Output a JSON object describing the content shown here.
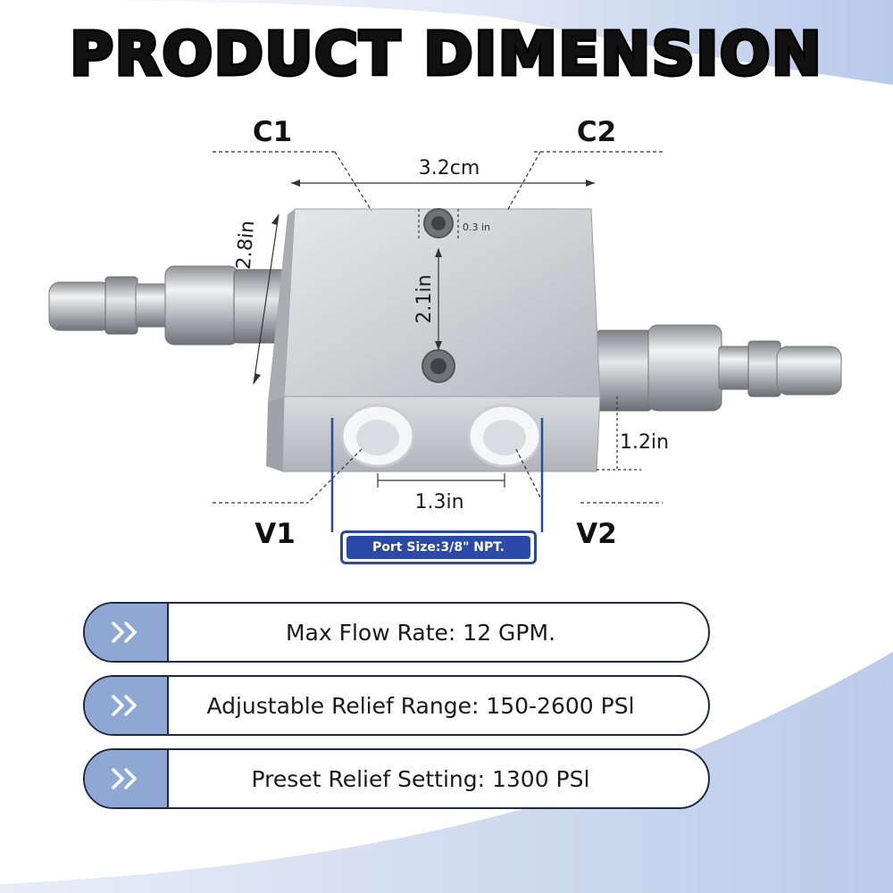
{
  "title": "PRODUCT DIMENSION",
  "ports": {
    "c1": "C1",
    "c2": "C2",
    "v1": "V1",
    "v2": "V2"
  },
  "dimensions": {
    "width": "3.2cm",
    "hole": "0.3 in",
    "height": "2.8in",
    "hole_spacing": "2.1in",
    "depth": "1.2in",
    "port_spacing": "1.3in"
  },
  "port_size": "Port Size:3/8\" NPT.",
  "specs": [
    {
      "text": "Max Flow Rate: 12 GPM.",
      "icon": "double-chevron-right-icon"
    },
    {
      "text": "Adjustable Relief Range: 150-2600 PSl",
      "icon": "double-chevron-right-icon"
    },
    {
      "text": "Preset Relief Setting: 1300 PSl",
      "icon": "double-chevron-right-icon"
    }
  ],
  "colors": {
    "accent": "#2b4aa8",
    "arrow_block": "#8fa8d3",
    "background_wave": "#c9d6ee",
    "metal": "#c8cbcf"
  }
}
